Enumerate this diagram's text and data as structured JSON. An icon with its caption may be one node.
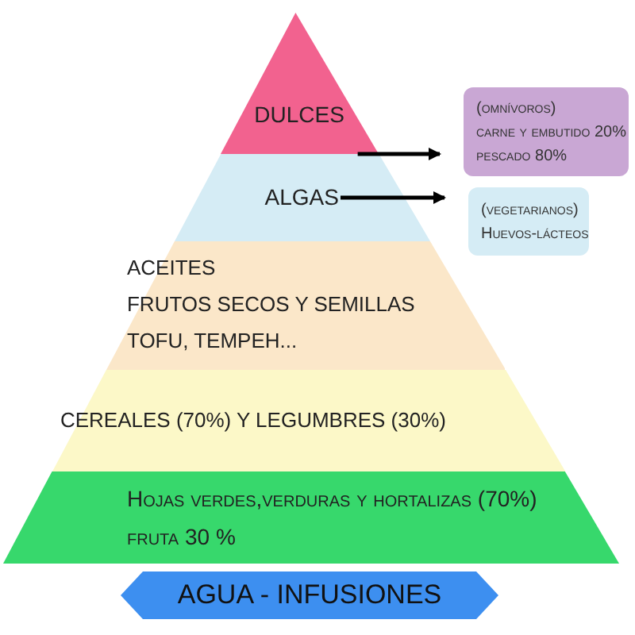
{
  "diagram": {
    "nodes": [
      {
        "text": [
          "DULCES"
        ]
      },
      {
        "text": [
          "ALGAS"
        ]
      },
      {
        "text": [
          "ACEITES",
          "FRUTOS SECOS Y SEMILLAS",
          "TOFU, TEMPEH..."
        ]
      },
      {
        "text": [
          "CEREALES (70%) Y LEGUMBRES (30%)"
        ]
      },
      {
        "text": [
          "Hojas verdes,verduras y hortalizas (70%)",
          "fruta 30 %"
        ]
      },
      {
        "text": [
          "AGUA - INFUSIONES"
        ]
      },
      {
        "text": [
          "(omnívoros)",
          "carne y embutido 20%",
          "pescado 80%"
        ]
      },
      {
        "text": [
          "(vegetarianos)",
          "Huevos-lácteos"
        ]
      }
    ],
    "edges": [
      {
        "from": 0,
        "to": 6,
        "arrow": "to"
      },
      {
        "from": 1,
        "to": 7,
        "arrow": "to"
      }
    ]
  }
}
